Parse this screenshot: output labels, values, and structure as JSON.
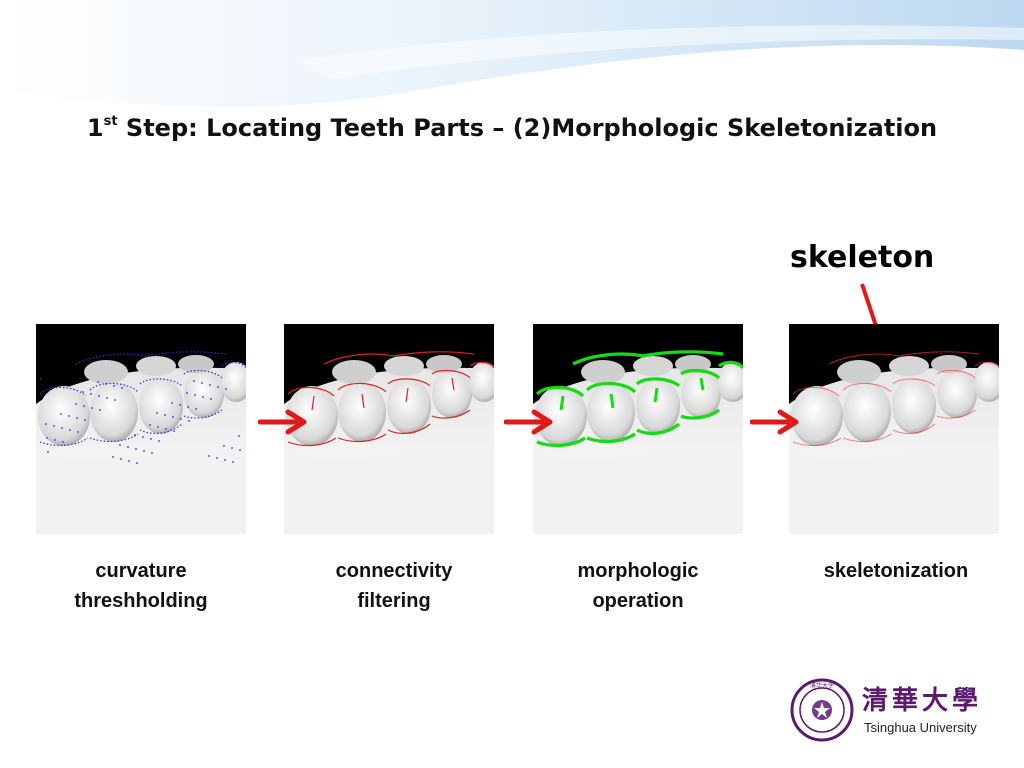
{
  "slide": {
    "title_main": "1",
    "title_sup": "st",
    "title_rest": " Step: Locating Teeth Parts – (2)Morphologic Skeletonization",
    "callout_label": "skeleton"
  },
  "panels": [
    {
      "caption_line1": "curvature",
      "caption_line2": "threshholding",
      "overlay_color": "#2233dd",
      "style": "dots"
    },
    {
      "caption_line1": "connectivity",
      "caption_line2": "filtering",
      "overlay_color": "#dd2222",
      "style": "thin"
    },
    {
      "caption_line1": "morphologic",
      "caption_line2": "operation",
      "overlay_color": "#11dd11",
      "style": "thick"
    },
    {
      "caption_line1": "skeletonization",
      "caption_line2": "",
      "overlay_color": "#ff3333",
      "style": "faint"
    }
  ],
  "colors": {
    "arrow": "#e01818",
    "pointer_line": "#e01818",
    "logo_purple": "#5b1a6e"
  },
  "logo": {
    "cn_name": "清華大學",
    "en_name": "Tsinghua University",
    "seal_text": "清华大学"
  }
}
